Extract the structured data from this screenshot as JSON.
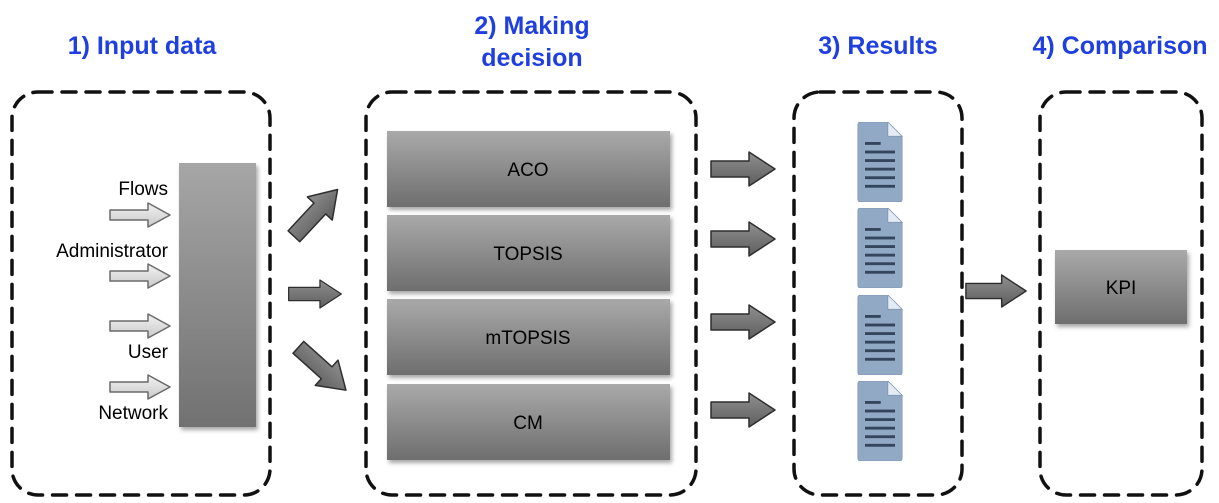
{
  "stages": [
    {
      "title_lines": [
        "1) Input data"
      ]
    },
    {
      "title_lines": [
        "2) Making",
        "decision"
      ]
    },
    {
      "title_lines": [
        "3) Results"
      ]
    },
    {
      "title_lines": [
        "4) Comparison"
      ]
    }
  ],
  "inputs": [
    "Flows",
    "Administrator",
    "User",
    "Network"
  ],
  "methods": [
    "ACO",
    "TOPSIS",
    "mTOPSIS",
    "CM"
  ],
  "comparison": {
    "label": "KPI"
  },
  "colors": {
    "title": "#1f3fe0",
    "dash": "#111111",
    "box_light": "#a9a9a9",
    "box_dark": "#6e6e6e",
    "doc_fill": "#92a9c6",
    "doc_lines": "#34465e",
    "arrow_fill": "#7a7a7a"
  },
  "icons": {
    "result_document": "document-icon",
    "flow_arrow": "arrow-right-icon"
  }
}
